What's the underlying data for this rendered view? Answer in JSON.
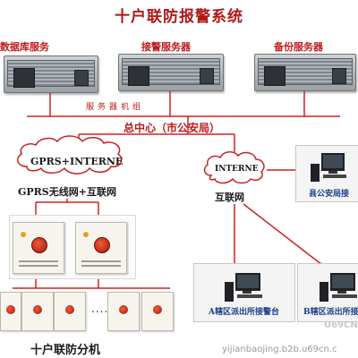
{
  "title": "十户联防报警系统",
  "servers": {
    "database_label": "数据库服务",
    "alarm_label": "接警服务器",
    "backup_label": "备份服务器",
    "cluster_label": "服务器机组"
  },
  "center": {
    "label": "总中心（市公安局）"
  },
  "gprs": {
    "cloud_text": "GPRS+INTERNE",
    "label": "GPRS无线网+互联网"
  },
  "internet": {
    "cloud_text": "INTERNE",
    "label": "互联网"
  },
  "stations": {
    "county_label": "县公安局接",
    "district_a_label": "A辖区派出所接警台",
    "district_b_label": "B辖区派出所接"
  },
  "terminals": {
    "label": "十户联防分机",
    "dots": "......"
  },
  "watermark": {
    "brand_mark": "U69CN",
    "url_text": "yijianbaojing.b2b.u69cn.c"
  },
  "colors": {
    "title_red": "#b01818",
    "line_red": "#d02020",
    "cloud_outline": "#c82020"
  }
}
